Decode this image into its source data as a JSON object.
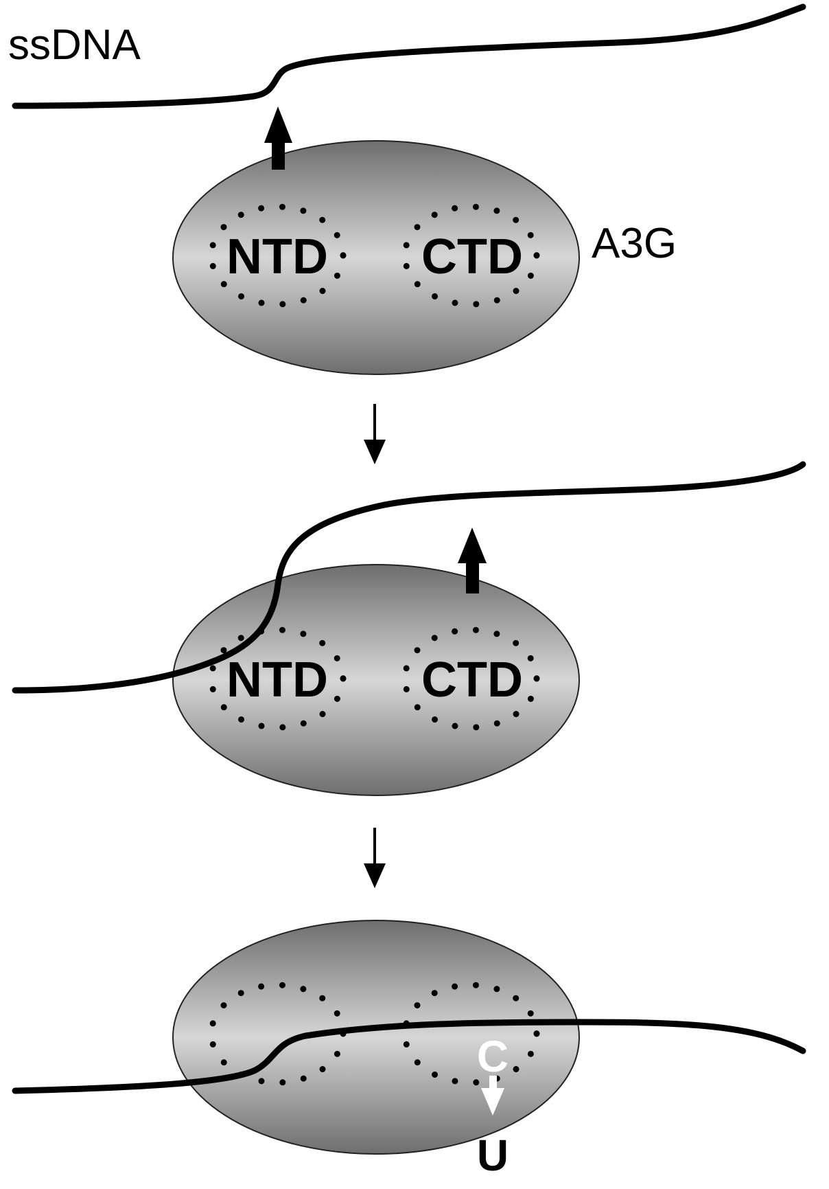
{
  "labels": {
    "ssdna": "ssDNA",
    "a3g": "A3G",
    "ntd": "NTD",
    "ctd": "CTD",
    "c": "C",
    "u": "U"
  },
  "colors": {
    "protein_light": "#d6d6d6",
    "protein_dark": "#6e6e6e",
    "strand": "#000000",
    "deamination_arrow": "#ffffff"
  }
}
